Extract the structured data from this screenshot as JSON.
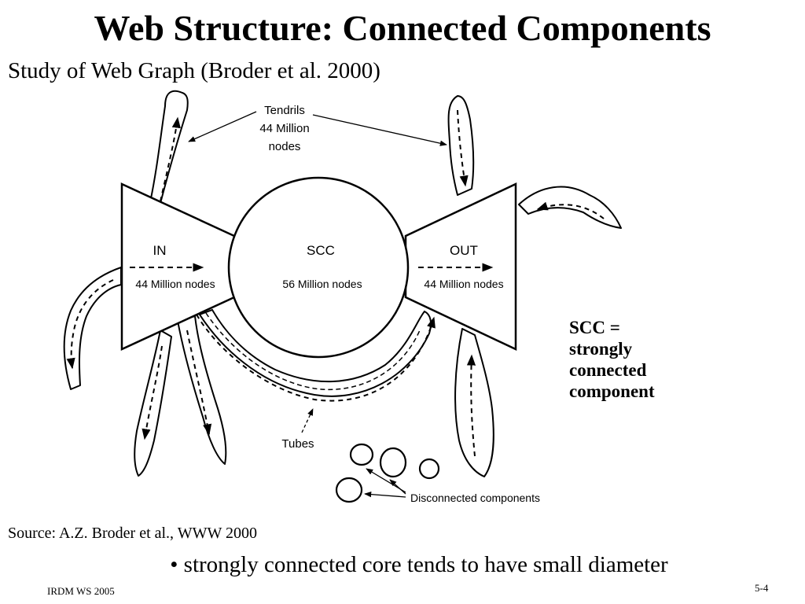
{
  "slide": {
    "title": "Web Structure: Connected Components",
    "subtitle": "Study of Web Graph (Broder et al. 2000)"
  },
  "diagram": {
    "tendrils_label": [
      "Tendrils",
      "44 Million",
      "nodes"
    ],
    "in_label": "IN",
    "in_nodes": "44 Million nodes",
    "scc_label": "SCC",
    "scc_nodes": "56 Million nodes",
    "out_label": "OUT",
    "out_nodes": "44 Million nodes",
    "tubes_label": "Tubes",
    "disconnected_label": "Disconnected components"
  },
  "scc_note": [
    "SCC =",
    "strongly",
    "connected",
    "component"
  ],
  "source": "Source: A.Z. Broder et al., WWW 2000",
  "bullet": "• strongly connected core tends to have small diameter",
  "footer": {
    "left": "IRDM  WS 2005",
    "right": "5-4"
  }
}
